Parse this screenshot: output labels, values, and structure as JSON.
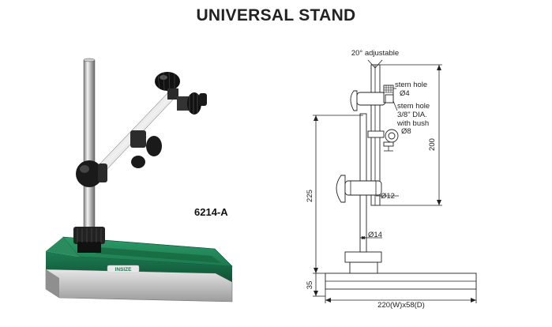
{
  "title": "UNIVERSAL STAND",
  "model": "6214-A",
  "base_logo_text": "INSIZE",
  "annotations": {
    "angle": "20° adjustable",
    "stem_hole_1_a": "stem hole",
    "stem_hole_1_b": "Ø4",
    "stem_hole_2_a": "stem hole",
    "stem_hole_2_b": "3/8\" DIA.",
    "stem_hole_2_c": "with bush",
    "stem_hole_2_d": "Ø8",
    "dia_12": "Ø12",
    "dia_14": "Ø14",
    "dim_200": "200",
    "dim_225": "225",
    "dim_35": "35",
    "base_size": "220(W)x58(D)"
  },
  "colors": {
    "base_green": "#1f7a52",
    "base_green_dark": "#145a3b",
    "steel": "#c9c9c9",
    "knob": "#1a1a1a"
  }
}
